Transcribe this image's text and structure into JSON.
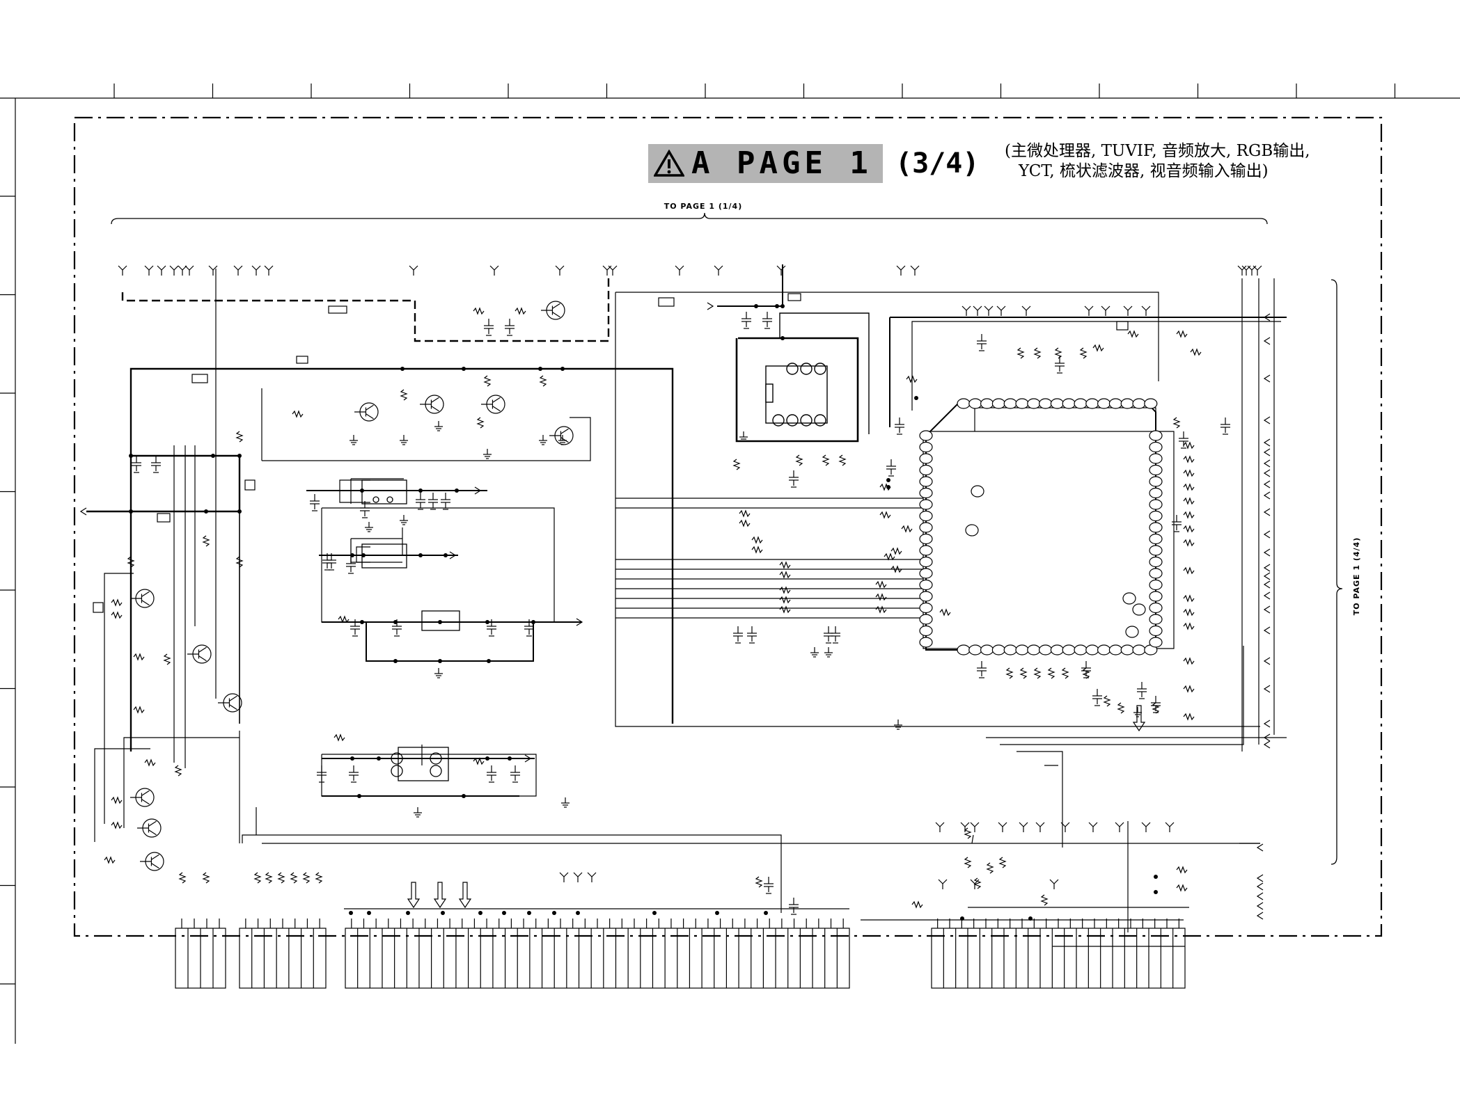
{
  "sheet": {
    "page_code": "A PAGE 1",
    "page_part": "(3/4)",
    "description_line1": "(主微处理器, TUVIF, 音频放大, RGB输出,",
    "description_line2": "YCT, 梳状滤波器, 视音频输入输出)",
    "ref_top": "TO PAGE 1 (1/4)",
    "ref_right": "TO PAGE 1 (4/4)"
  },
  "colors": {
    "line": "#000000",
    "title_badge": "#b4b4b4",
    "background": "#ffffff"
  }
}
